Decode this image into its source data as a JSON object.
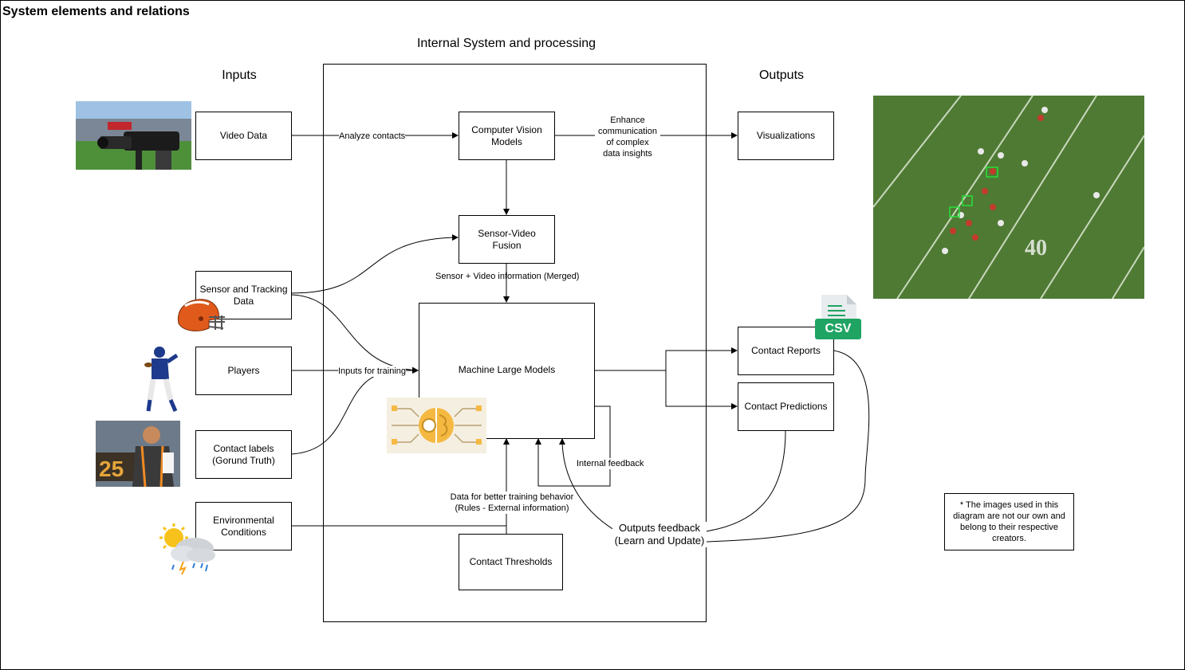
{
  "title": "System elements and relations",
  "headers": {
    "internal": "Internal System and processing",
    "inputs": "Inputs",
    "outputs": "Outputs"
  },
  "inputs": {
    "video": "Video Data",
    "sensor": "Sensor and Tracking\nData",
    "players": "Players",
    "labels": "Contact labels\n(Gorund Truth)",
    "env": "Environmental\nConditions"
  },
  "internal": {
    "cv": "Computer Vision\nModels",
    "fusion": "Sensor-Video Fusion",
    "mlm": "Machine Large Models",
    "thresholds": "Contact Thresholds"
  },
  "outputs": {
    "viz": "Visualizations",
    "reports": "Contact Reports",
    "predictions": "Contact Predictions"
  },
  "edge_labels": {
    "analyze": "Analyze contacts",
    "enhance": "Enhance\ncommunication\nof complex\ndata insights",
    "merged": "Sensor + Video information (Merged)",
    "training": "Inputs for training",
    "internal_fb": "Internal feedback",
    "better": "Data for better training behavior\n(Rules - External information)",
    "outputs_fb": "Outputs feedback\n(Learn and Update)"
  },
  "csv_label": "CSV",
  "yard_number": "40",
  "jersey_number": "25",
  "disclaimer": "* The images used in this\ndiagram are not our own and\nbelong to their respective\ncreators.",
  "colors": {
    "csv_green": "#1fa463",
    "helmet": "#e05a1b",
    "field": "#4f7a34",
    "brain": "#f5b942"
  }
}
